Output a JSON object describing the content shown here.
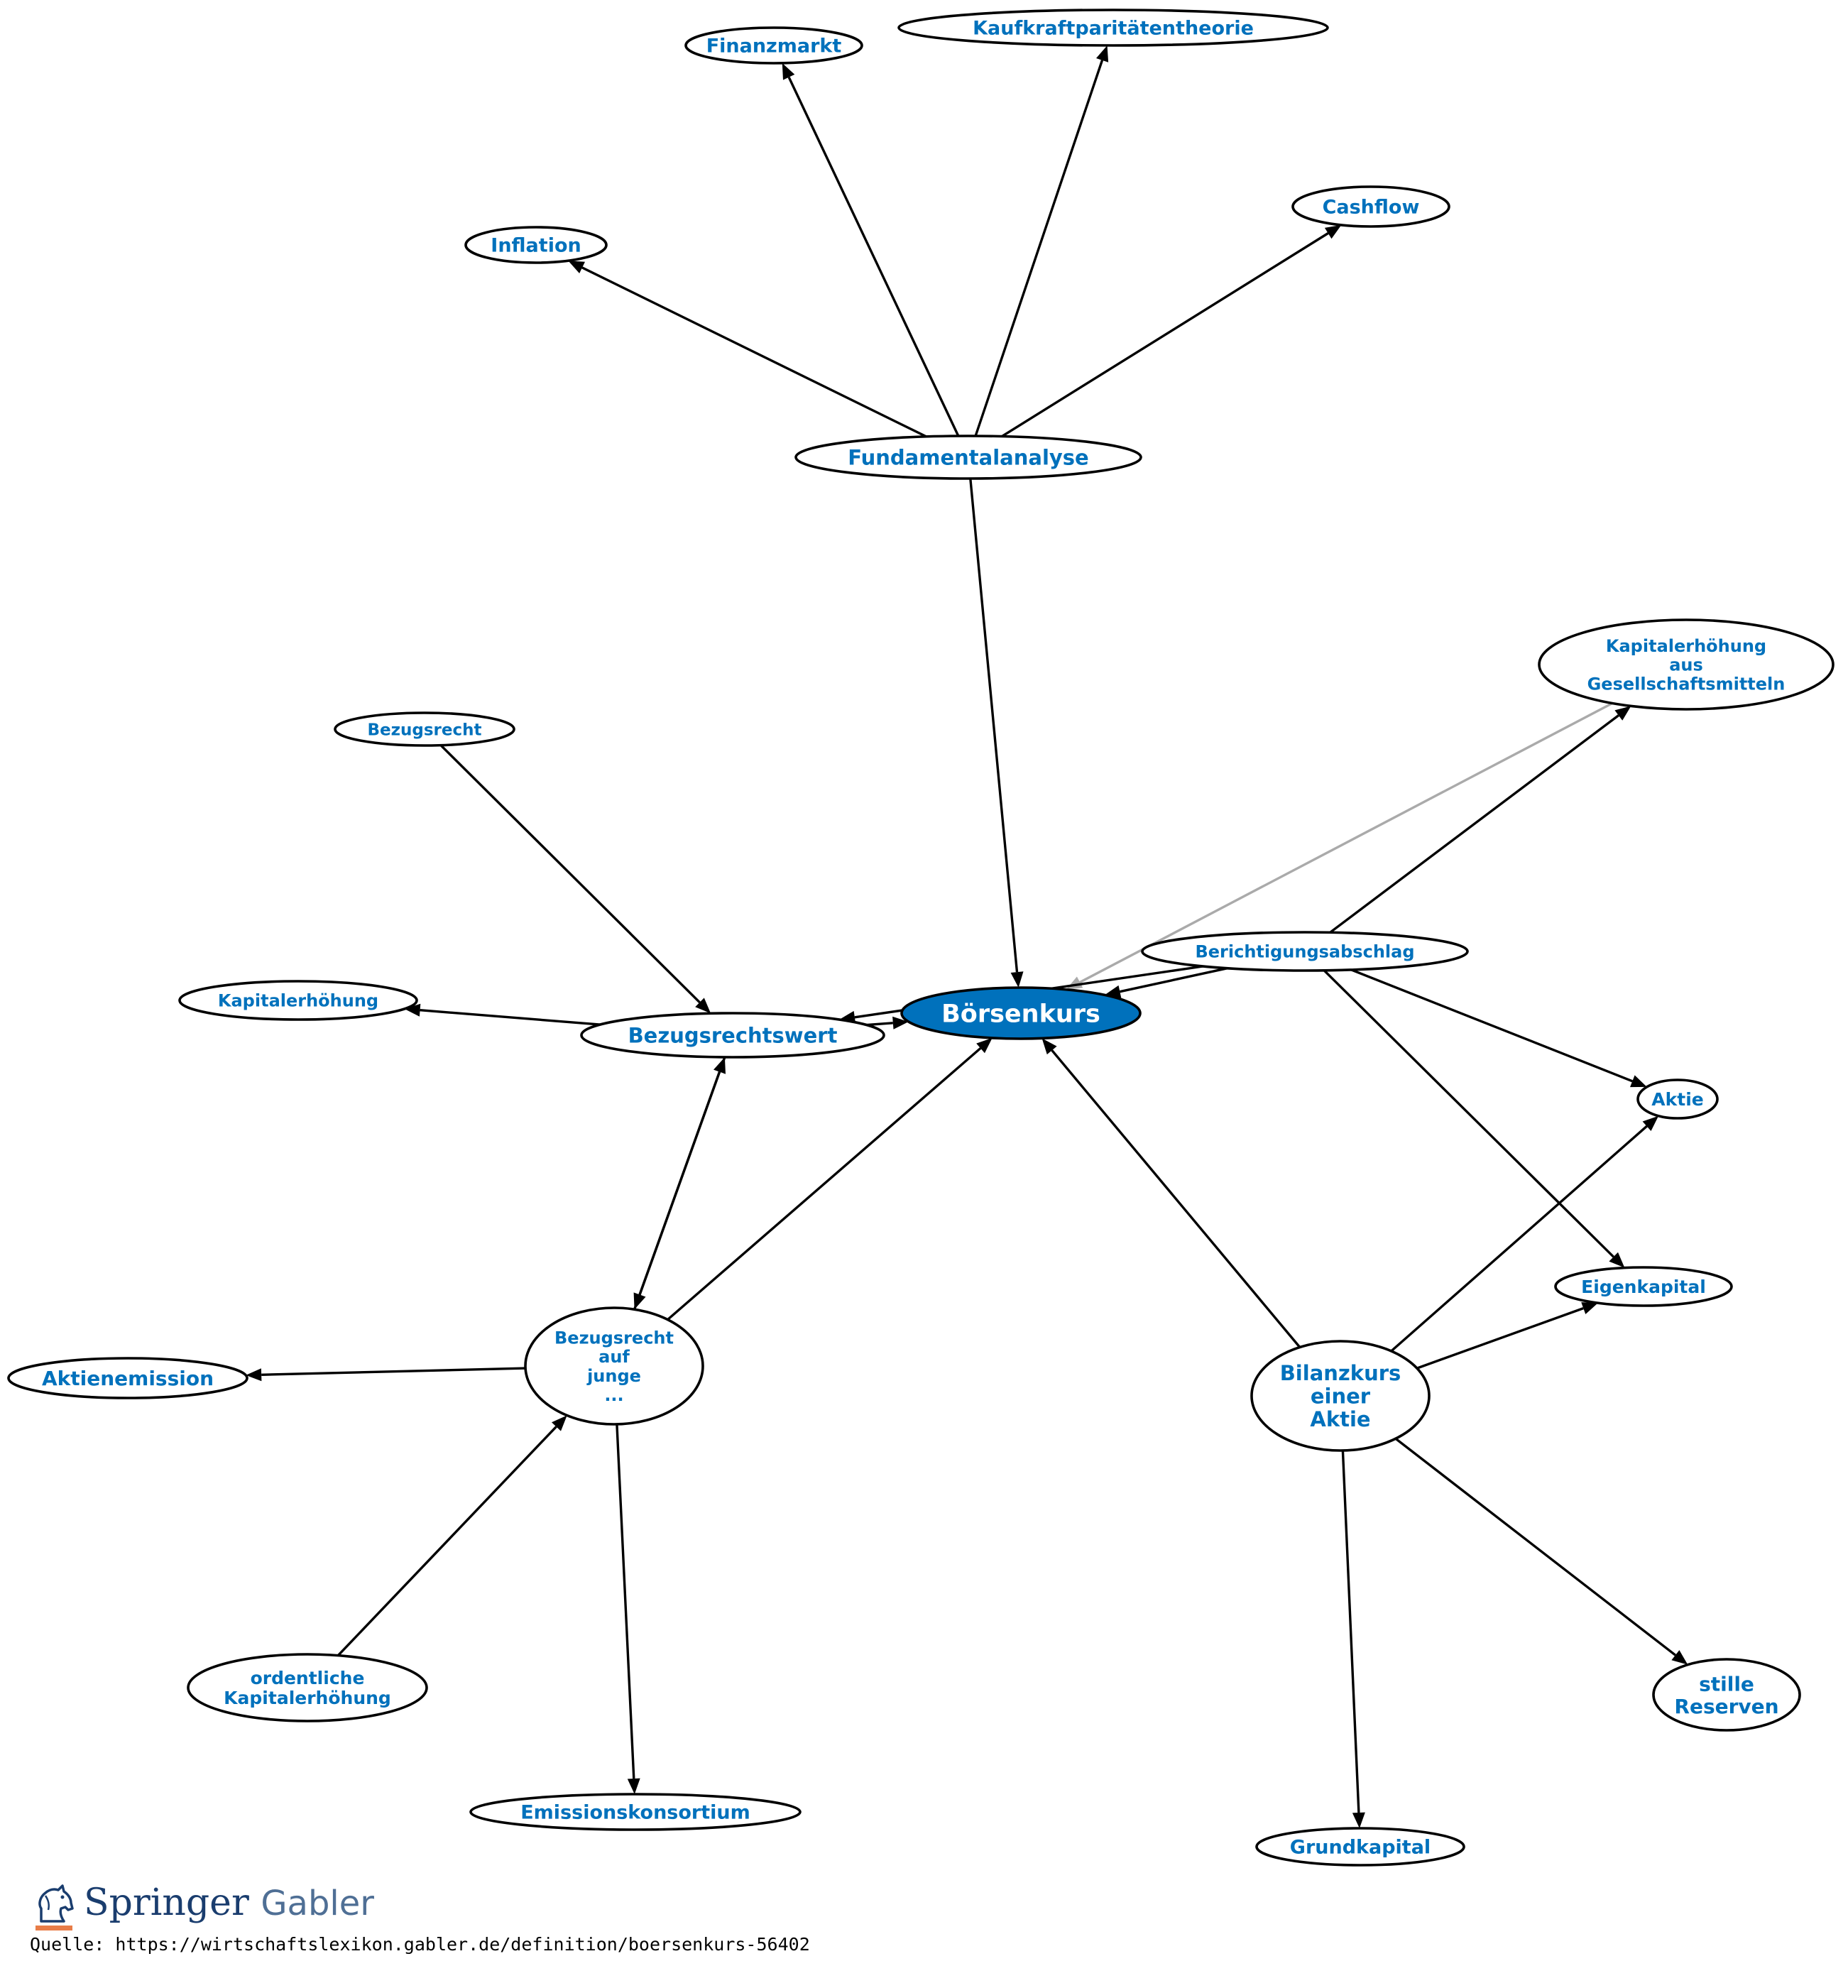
{
  "diagram": {
    "central_node": "Börsenkurs",
    "nodes": [
      {
        "id": "finanzmarkt",
        "lines": [
          "Finanzmarkt"
        ]
      },
      {
        "id": "kaufkraft",
        "lines": [
          "Kaufkraftparitätentheorie"
        ]
      },
      {
        "id": "inflation",
        "lines": [
          "Inflation"
        ]
      },
      {
        "id": "cashflow",
        "lines": [
          "Cashflow"
        ]
      },
      {
        "id": "fundamentalanalyse",
        "lines": [
          "Fundamentalanalyse"
        ]
      },
      {
        "id": "kapitalerhoehung-gm",
        "lines": [
          "Kapitalerhöhung",
          "aus",
          "Gesellschaftsmitteln"
        ]
      },
      {
        "id": "bezugsrecht",
        "lines": [
          "Bezugsrecht"
        ]
      },
      {
        "id": "berichtigungsabschlag",
        "lines": [
          "Berichtigungsabschlag"
        ]
      },
      {
        "id": "kapitalerhoehung",
        "lines": [
          "Kapitalerhöhung"
        ]
      },
      {
        "id": "bezugsrechtswert",
        "lines": [
          "Bezugsrechtswert"
        ]
      },
      {
        "id": "boersenkurs",
        "lines": [
          "Börsenkurs"
        ]
      },
      {
        "id": "aktie",
        "lines": [
          "Aktie"
        ]
      },
      {
        "id": "eigenkapital",
        "lines": [
          "Eigenkapital"
        ]
      },
      {
        "id": "bezugsrecht-junge",
        "lines": [
          "Bezugsrecht",
          "auf",
          "junge",
          "..."
        ]
      },
      {
        "id": "aktienemission",
        "lines": [
          "Aktienemission"
        ]
      },
      {
        "id": "bilanzkurs",
        "lines": [
          "Bilanzkurs",
          "einer",
          "Aktie"
        ]
      },
      {
        "id": "ordentliche-ke",
        "lines": [
          "ordentliche",
          "Kapitalerhöhung"
        ]
      },
      {
        "id": "stille-reserven",
        "lines": [
          "stille",
          "Reserven"
        ]
      },
      {
        "id": "emissionskonsortium",
        "lines": [
          "Emissionskonsortium"
        ]
      },
      {
        "id": "grundkapital",
        "lines": [
          "Grundkapital"
        ]
      }
    ],
    "edges": [
      {
        "from": "fundamentalanalyse",
        "to": "finanzmarkt"
      },
      {
        "from": "fundamentalanalyse",
        "to": "kaufkraft"
      },
      {
        "from": "fundamentalanalyse",
        "to": "inflation"
      },
      {
        "from": "fundamentalanalyse",
        "to": "cashflow"
      },
      {
        "from": "fundamentalanalyse",
        "to": "boersenkurs"
      },
      {
        "from": "kapitalerhoehung-gm",
        "to": "boersenkurs",
        "faded": true
      },
      {
        "from": "berichtigungsabschlag",
        "to": "kapitalerhoehung-gm"
      },
      {
        "from": "berichtigungsabschlag",
        "to": "boersenkurs"
      },
      {
        "from": "berichtigungsabschlag",
        "to": "bezugsrechtswert"
      },
      {
        "from": "berichtigungsabschlag",
        "to": "aktie"
      },
      {
        "from": "berichtigungsabschlag",
        "to": "eigenkapital"
      },
      {
        "from": "bezugsrecht",
        "to": "bezugsrechtswert"
      },
      {
        "from": "bezugsrechtswert",
        "to": "kapitalerhoehung"
      },
      {
        "from": "bezugsrechtswert",
        "to": "boersenkurs"
      },
      {
        "from": "bezugsrechtswert",
        "to": "bezugsrecht-junge"
      },
      {
        "from": "bezugsrecht-junge",
        "to": "bezugsrechtswert"
      },
      {
        "from": "bezugsrecht-junge",
        "to": "boersenkurs"
      },
      {
        "from": "bezugsrecht-junge",
        "to": "aktienemission"
      },
      {
        "from": "bezugsrecht-junge",
        "to": "emissionskonsortium"
      },
      {
        "from": "ordentliche-ke",
        "to": "bezugsrecht-junge"
      },
      {
        "from": "bilanzkurs",
        "to": "boersenkurs"
      },
      {
        "from": "bilanzkurs",
        "to": "aktie"
      },
      {
        "from": "bilanzkurs",
        "to": "eigenkapital"
      },
      {
        "from": "bilanzkurs",
        "to": "stille-reserven"
      },
      {
        "from": "bilanzkurs",
        "to": "grundkapital"
      }
    ]
  },
  "colors": {
    "accent": "#0071bc",
    "edge": "#000000",
    "faded_edge": "#aaaaaa"
  },
  "footer": {
    "brand_primary": "Springer",
    "brand_secondary": "Gabler",
    "source": "Quelle: https://wirtschaftslexikon.gabler.de/definition/boersenkurs-56402"
  }
}
